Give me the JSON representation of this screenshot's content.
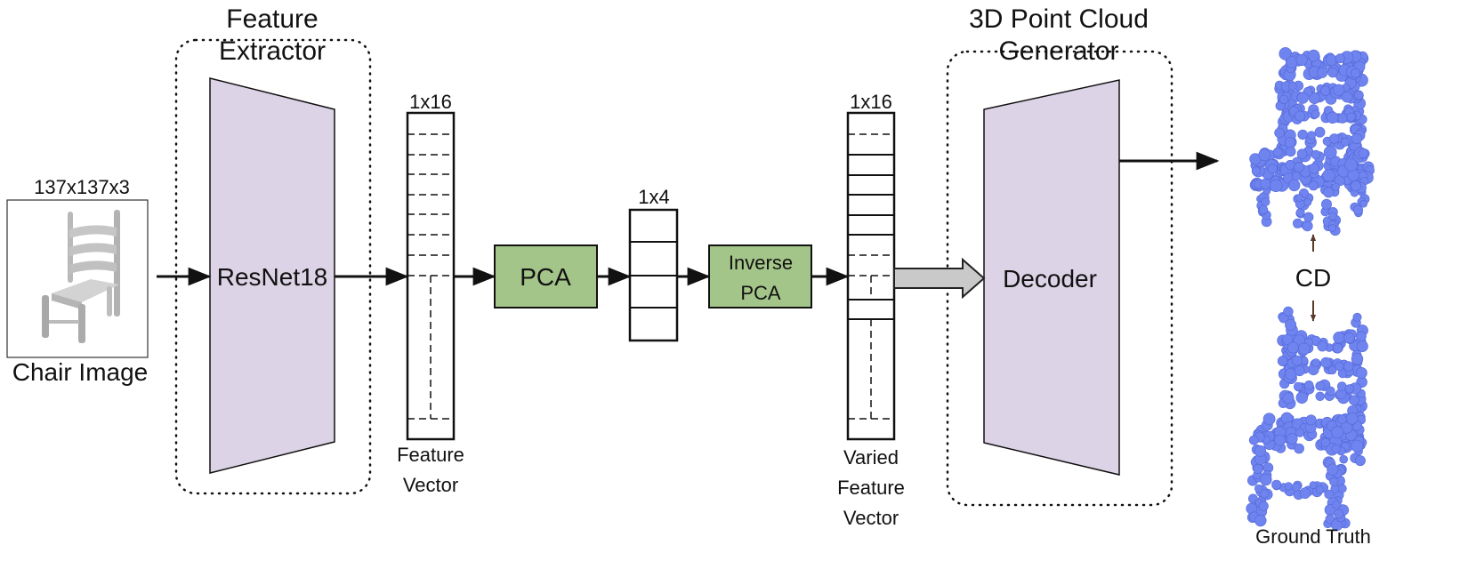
{
  "labels": {
    "input_size": "137x137x3",
    "input_caption": "Chair Image",
    "extractor_title_1": "Feature",
    "extractor_title_2": "Extractor",
    "resnet": "ResNet18",
    "vec16_size": "1x16",
    "feature_vector_1": "Feature",
    "feature_vector_2": "Vector",
    "pca": "PCA",
    "vec4_size": "1x4",
    "inverse_pca_1": "Inverse",
    "inverse_pca_2": "PCA",
    "varied_vec16_size": "1x16",
    "varied_1": "Varied",
    "varied_2": "Feature",
    "varied_3": "Vector",
    "generator_title_1": "3D Point Cloud",
    "generator_title_2": "Generator",
    "decoder": "Decoder",
    "cd": "CD",
    "ground_truth": "Ground Truth"
  },
  "colors": {
    "trapezoid_fill": "#dcd3e6",
    "pca_fill": "#a4c589",
    "highlight_fill": "#d39850",
    "point_cloud": "#6f84ee"
  }
}
